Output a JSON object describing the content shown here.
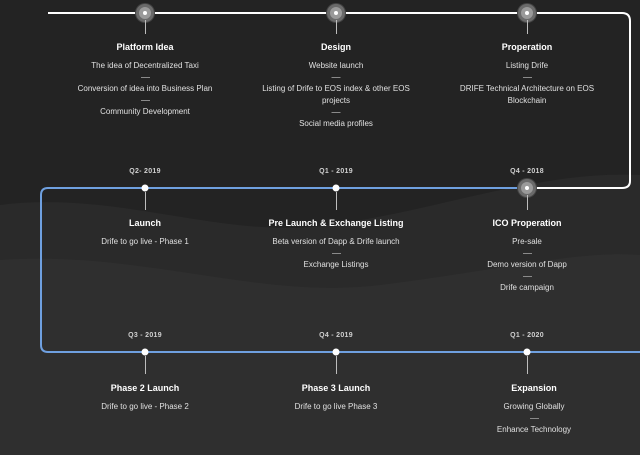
{
  "rows": [
    {
      "nodes": [
        {
          "title": "Platform Idea",
          "items": [
            "The idea of Decentralized Taxi",
            "Conversion of idea into Business Plan",
            "Community Development"
          ]
        },
        {
          "title": "Design",
          "items": [
            "Website launch",
            "Listing of Drife to EOS index & other EOS projects",
            "Social media profiles"
          ]
        },
        {
          "title": "Properation",
          "items": [
            "Listing Drife",
            "DRIFE Technical Architecture on EOS Blockchain"
          ]
        }
      ]
    },
    {
      "nodes": [
        {
          "date": "Q2- 2019",
          "title": "Launch",
          "items": [
            "Drife to go live - Phase 1"
          ]
        },
        {
          "date": "Q1 - 2019",
          "title": "Pre Launch & Exchange Listing",
          "items": [
            "Beta version of Dapp & Drife launch",
            "Exchange Listings"
          ]
        },
        {
          "date": "Q4 - 2018",
          "title": "ICO Properation",
          "items": [
            "Pre-sale",
            "Demo version of Dapp",
            "Drife campaign"
          ]
        }
      ]
    },
    {
      "nodes": [
        {
          "date": "Q3 - 2019",
          "title": "Phase 2 Launch",
          "items": [
            "Drife to go live - Phase 2"
          ]
        },
        {
          "date": "Q4 - 2019",
          "title": "Phase 3 Launch",
          "items": [
            "Drife to go live Phase 3"
          ]
        },
        {
          "date": "Q1 - 2020",
          "title": "Expansion",
          "items": [
            "Growing Globally",
            "Enhance Technology"
          ]
        }
      ]
    }
  ],
  "colors": {
    "background": "#232323",
    "top_track": "#ffffff",
    "bottom_track": "#6fa0e0",
    "wave": "#2f2f2f"
  }
}
